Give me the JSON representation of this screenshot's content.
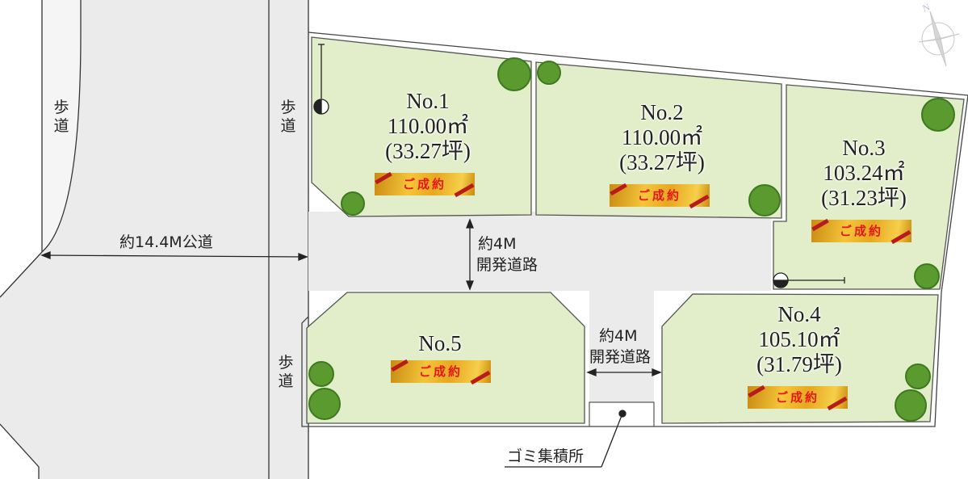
{
  "lots": [
    {
      "name": "No.1",
      "area": "110.00㎡",
      "tsubo": "(33.27坪)",
      "status": "ご成約"
    },
    {
      "name": "No.2",
      "area": "110.00㎡",
      "tsubo": "(33.27坪)",
      "status": "ご成約"
    },
    {
      "name": "No.3",
      "area": "103.24㎡",
      "tsubo": "(31.23坪)",
      "status": "ご成約"
    },
    {
      "name": "No.4",
      "area": "105.10㎡",
      "tsubo": "(31.79坪)",
      "status": "ご成約"
    },
    {
      "name": "No.5",
      "status": "ご成約"
    }
  ],
  "roads": {
    "public_road": "約14.4M公道",
    "dev_road_1_a": "約4M",
    "dev_road_1_b": "開発道路",
    "dev_road_2_a": "約4M",
    "dev_road_2_b": "開発道路",
    "sidewalk": "歩道"
  },
  "garbage": "ゴミ集積所",
  "colors": {
    "lot": "#e2edc9",
    "road": "#ebebeb",
    "badge_text": "#e3161b",
    "tree": "#5a9a2f"
  },
  "icons": [
    "compass-rose-icon",
    "utility-pole-icon",
    "tree-icon"
  ]
}
